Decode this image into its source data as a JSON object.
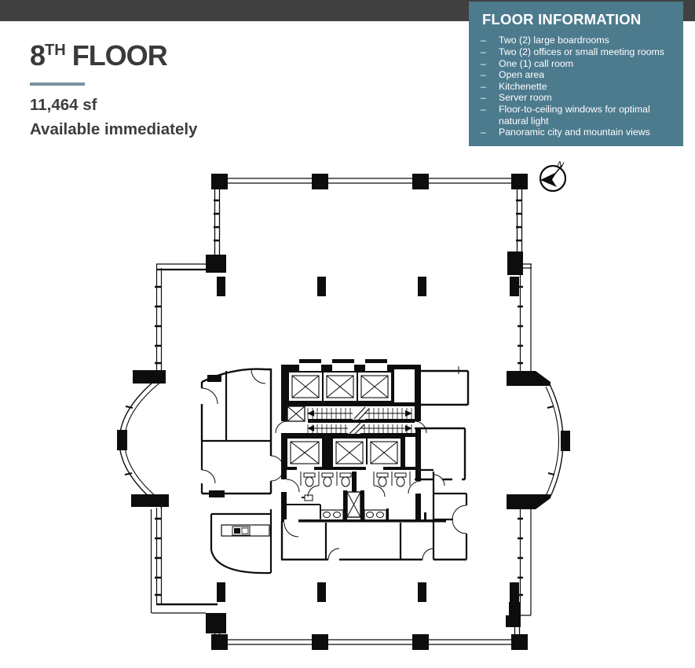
{
  "colors": {
    "topbar-bg": "#414141",
    "panel-bg": "#4d7b8e",
    "panel-text": "#ffffff",
    "underline": "#76949f",
    "heading-text": "#3a3a3a",
    "body-text": "#3d3d3d",
    "plan-ink": "#0d0d0d"
  },
  "header": {
    "floor_number": "8",
    "floor_ordinal": "TH",
    "floor_word": "FLOOR",
    "area": "11,464 sf",
    "availability": "Available immediately"
  },
  "info_box": {
    "title": "FLOOR INFORMATION",
    "bullet": "–",
    "items": [
      "Two (2) large boardrooms",
      "Two (2) offices or small meeting rooms",
      "One (1) call room",
      "Open area",
      "Kitchenette",
      "Server room",
      "Floor-to-ceiling windows for optimal natural light",
      "Panoramic city and mountain views"
    ]
  },
  "plan": {
    "north_label": "N"
  }
}
